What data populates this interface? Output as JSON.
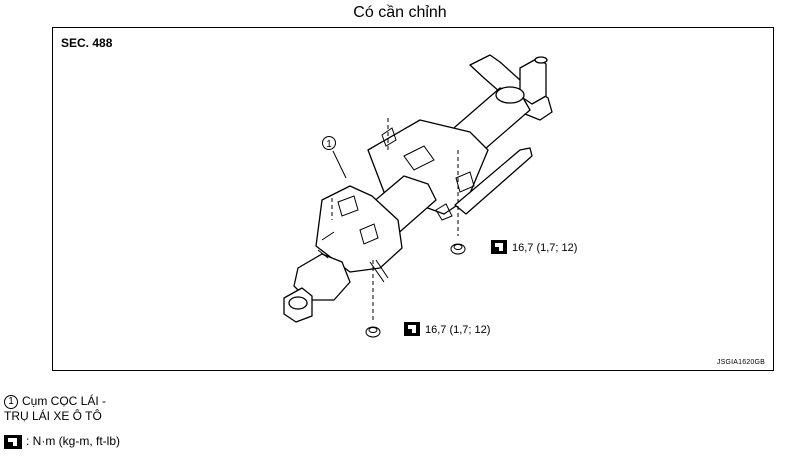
{
  "page_title": "Có cần chỉnh",
  "figure": {
    "section": "SEC. 488",
    "code": "JSGIA1620GB",
    "callout_number": "1",
    "torque_labels": [
      "16,7 (1,7; 12)",
      "16,7 (1,7; 12)"
    ]
  },
  "legend": {
    "item_number": "1",
    "item_text_line1": "Cụm CỌC LÁI -",
    "item_text_line2": "TRỤ LÁI XE Ô TÔ",
    "torque_unit_text": ": N·m (kg-m, ft-lb)"
  },
  "icons": [
    "torque-wrench-icon",
    "numbered-circle-icon"
  ]
}
